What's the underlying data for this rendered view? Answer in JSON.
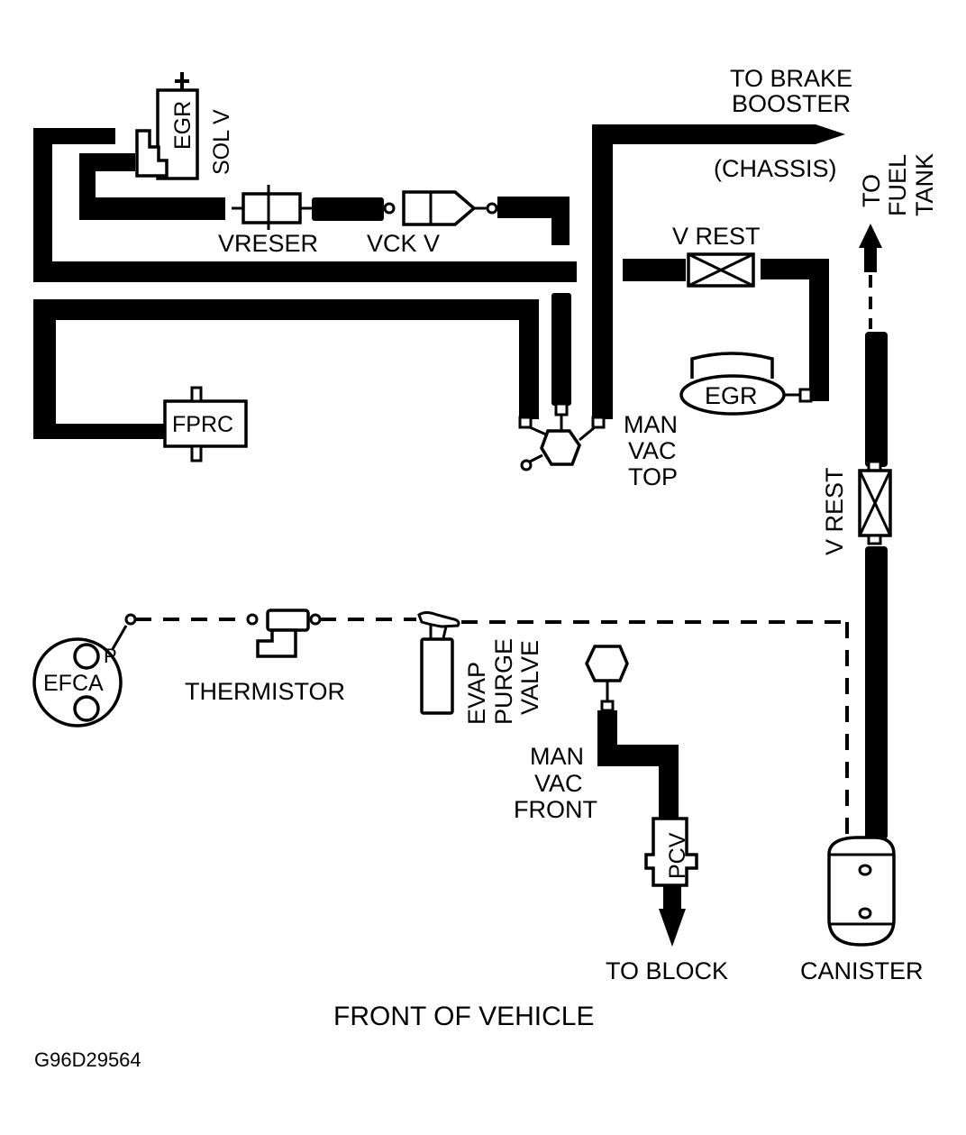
{
  "figure_id": "G96D29564",
  "caption": "FRONT OF VEHICLE",
  "colors": {
    "hose": "#000000",
    "background": "#ffffff"
  },
  "components": {
    "egr_sol_v": {
      "body_label": "EGR",
      "side_label": "SOL V",
      "terminal": "+"
    },
    "vreser": {
      "label": "VRESER"
    },
    "vck_v": {
      "label": "VCK V"
    },
    "fprc": {
      "label": "FPRC"
    },
    "man_vac_top": {
      "lines": [
        "MAN",
        "VAC",
        "TOP"
      ]
    },
    "v_rest_top": {
      "label": "V REST"
    },
    "egr_valve": {
      "label": "EGR"
    },
    "v_rest_side": {
      "label": "V REST"
    },
    "efca": {
      "label": "EFCA",
      "port_label": "P"
    },
    "thermistor": {
      "label": "THERMISTOR"
    },
    "evap_purge_valve": {
      "lines": [
        "EVAP",
        "PURGE",
        "VALVE"
      ]
    },
    "man_vac_front": {
      "lines": [
        "MAN",
        "VAC",
        "FRONT"
      ]
    },
    "pcv": {
      "label": "PCV"
    },
    "canister": {
      "label": "CANISTER"
    }
  },
  "destinations": {
    "brake_booster": {
      "lines": [
        "TO BRAKE",
        "BOOSTER"
      ],
      "note": "(CHASSIS)"
    },
    "fuel_tank": {
      "lines": [
        "TO",
        "FUEL",
        "TANK"
      ]
    },
    "block": {
      "label": "TO BLOCK"
    }
  }
}
